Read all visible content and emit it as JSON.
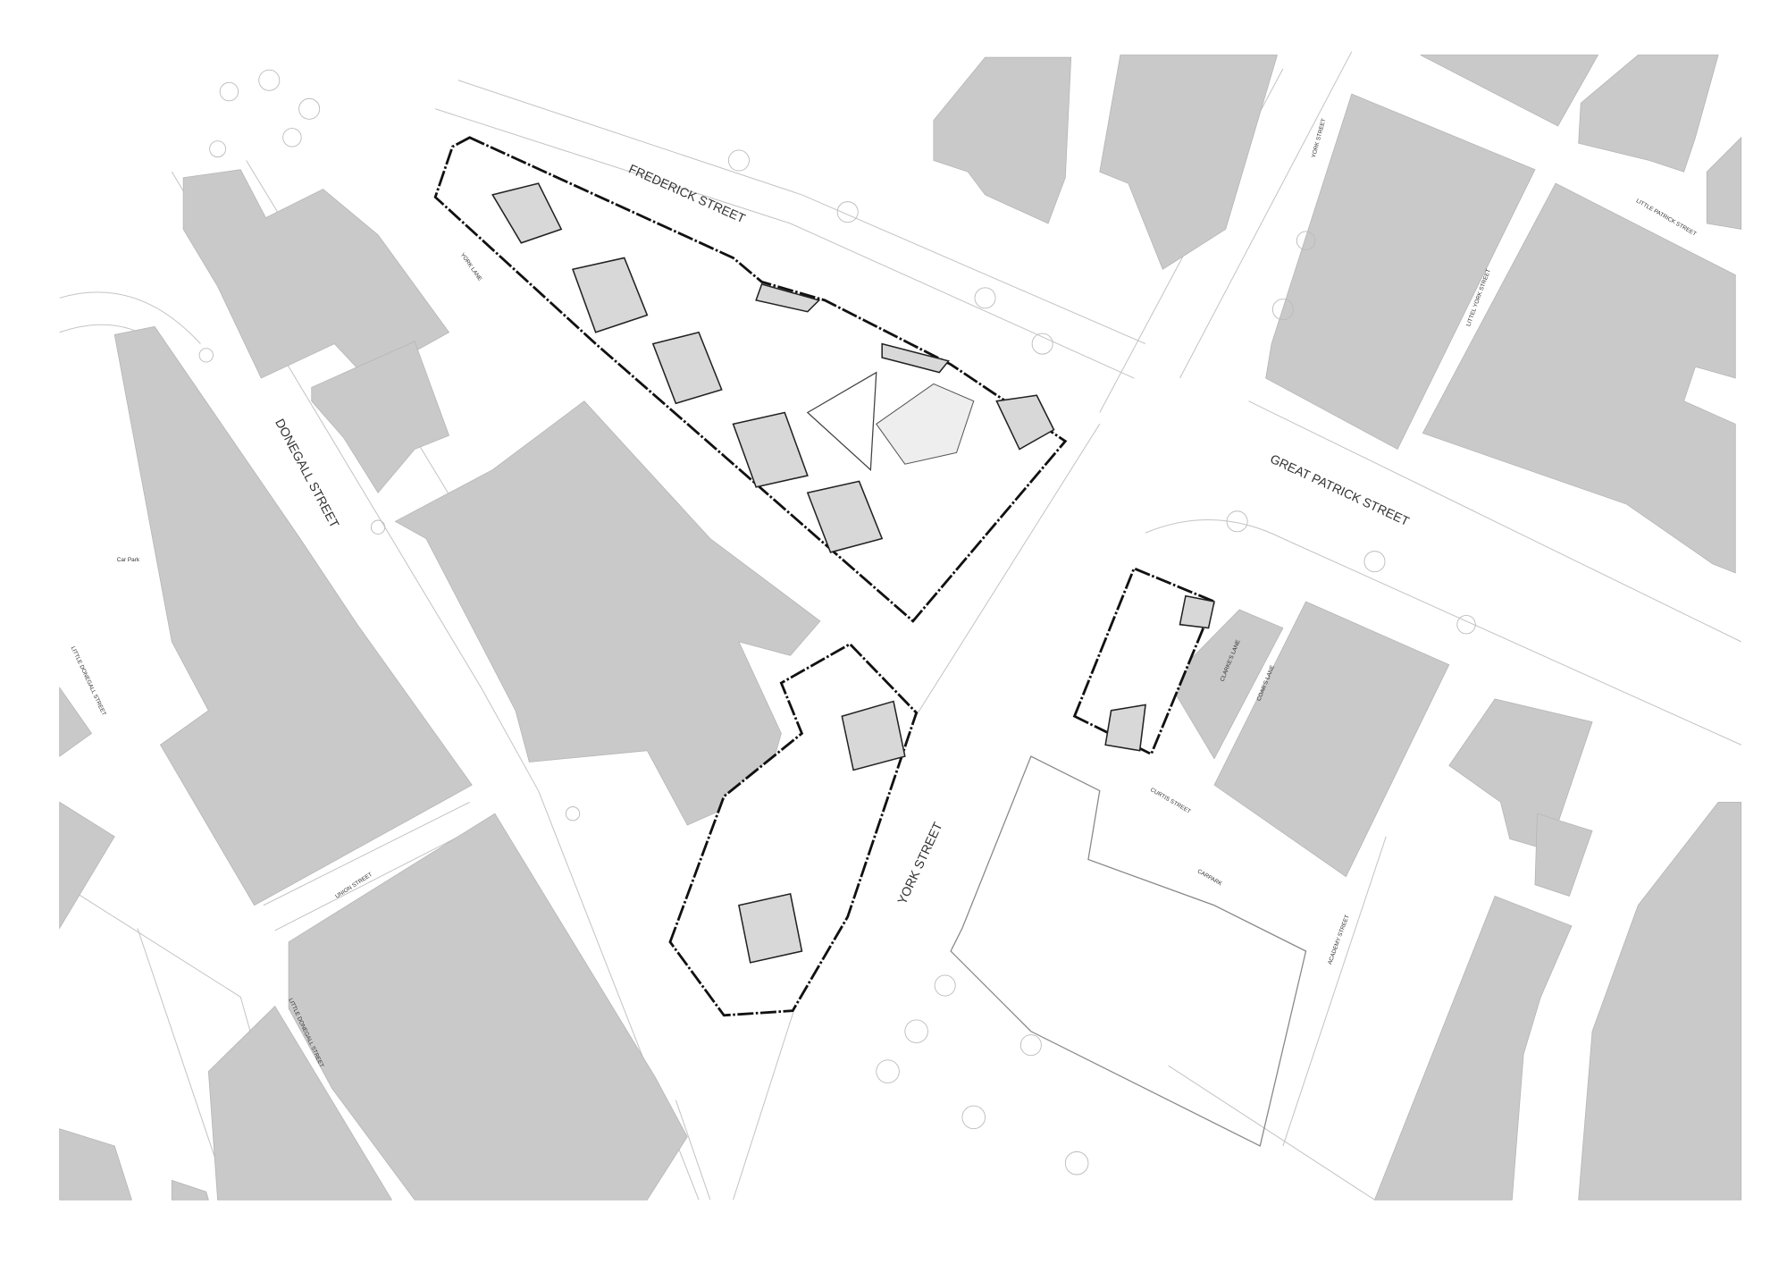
{
  "map": {
    "colors": {
      "existing_building": "#c9c9c9",
      "proposed_outline": "#111111",
      "background": "#ffffff",
      "street_lines": "#c4c4c4"
    },
    "labels": {
      "frederick_street": "FREDERICK STREET",
      "donegall_street": "DONEGALL STREET",
      "great_patrick_street": "GREAT PATRICK STREET",
      "york_street_main": "YORK STREET",
      "york_lane": "YORK LANE",
      "car_park": "Car Park",
      "little_donegall_street_north": "LITTLE DONEGALL STREET",
      "union_street": "UNION STREET",
      "little_donegall_street_south": "LITTLE DONEGALL STREET",
      "york_street_north": "YORK STREET",
      "little_york_street": "LITTEL YORK STREET",
      "little_patrick_street": "LITTLE PATRICK STREET",
      "clarkes_lane": "CLARKE'S LANE",
      "coars_lane": "COAR'S LANE",
      "curtis_street": "CURTIS STREET",
      "carpark": "CARPARK",
      "academy_street": "ACADEMY STREET"
    }
  }
}
